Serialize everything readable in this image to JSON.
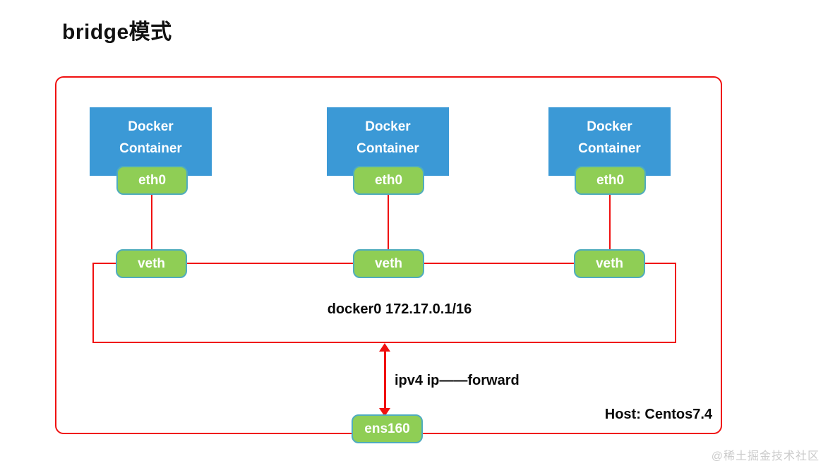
{
  "title": "bridge模式",
  "diagram": {
    "containers": [
      {
        "label": "Docker Container",
        "eth": "eth0",
        "veth": "veth"
      },
      {
        "label": "Docker Container",
        "eth": "eth0",
        "veth": "veth"
      },
      {
        "label": "Docker Container",
        "eth": "eth0",
        "veth": "veth"
      }
    ],
    "bridge_label": "docker0 172.17.0.1/16",
    "forward_label": "ipv4 ip——forward",
    "host_nic_label": "ens160",
    "host_label": "Host: Centos7.4"
  },
  "watermark": "@稀土掘金技术社区",
  "colors": {
    "line_red": "#f01010",
    "container_blue": "#3b99d6",
    "badge_green": "#8fce55",
    "badge_border_teal": "#4facbe",
    "watermark_gray": "#cbcbcb"
  }
}
